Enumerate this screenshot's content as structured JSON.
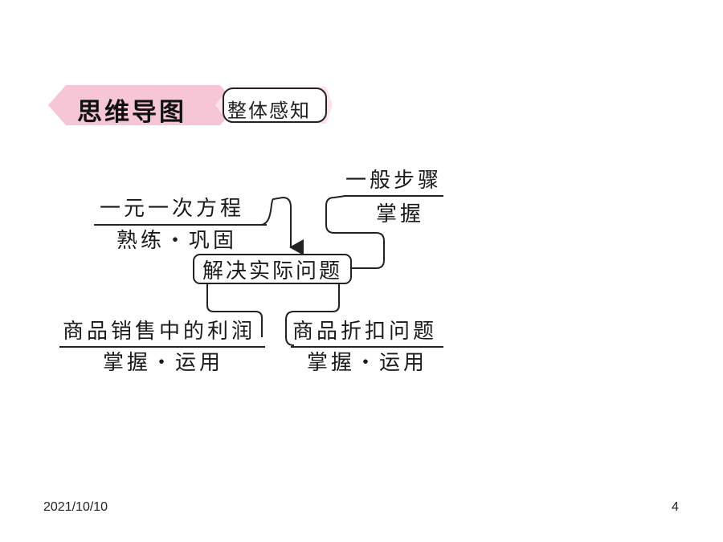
{
  "header": {
    "title": "思维导图",
    "subtitle": "整体感知"
  },
  "diagram": {
    "center": "解决实际问题",
    "top_left": {
      "label": "一元一次方程",
      "note": "熟练・巩固"
    },
    "top_right": {
      "label": "一般步骤",
      "note": "掌握"
    },
    "bottom_left": {
      "label": "商品销售中的利润",
      "note": "掌握・运用"
    },
    "bottom_right": {
      "label": "商品折扣问题",
      "note": "掌握・运用"
    }
  },
  "footer": {
    "date": "2021/10/10",
    "page_number": "4"
  },
  "colors": {
    "banner_pink": "#f6c6d6",
    "banner_light": "#fbe3ec",
    "line": "#222222"
  }
}
